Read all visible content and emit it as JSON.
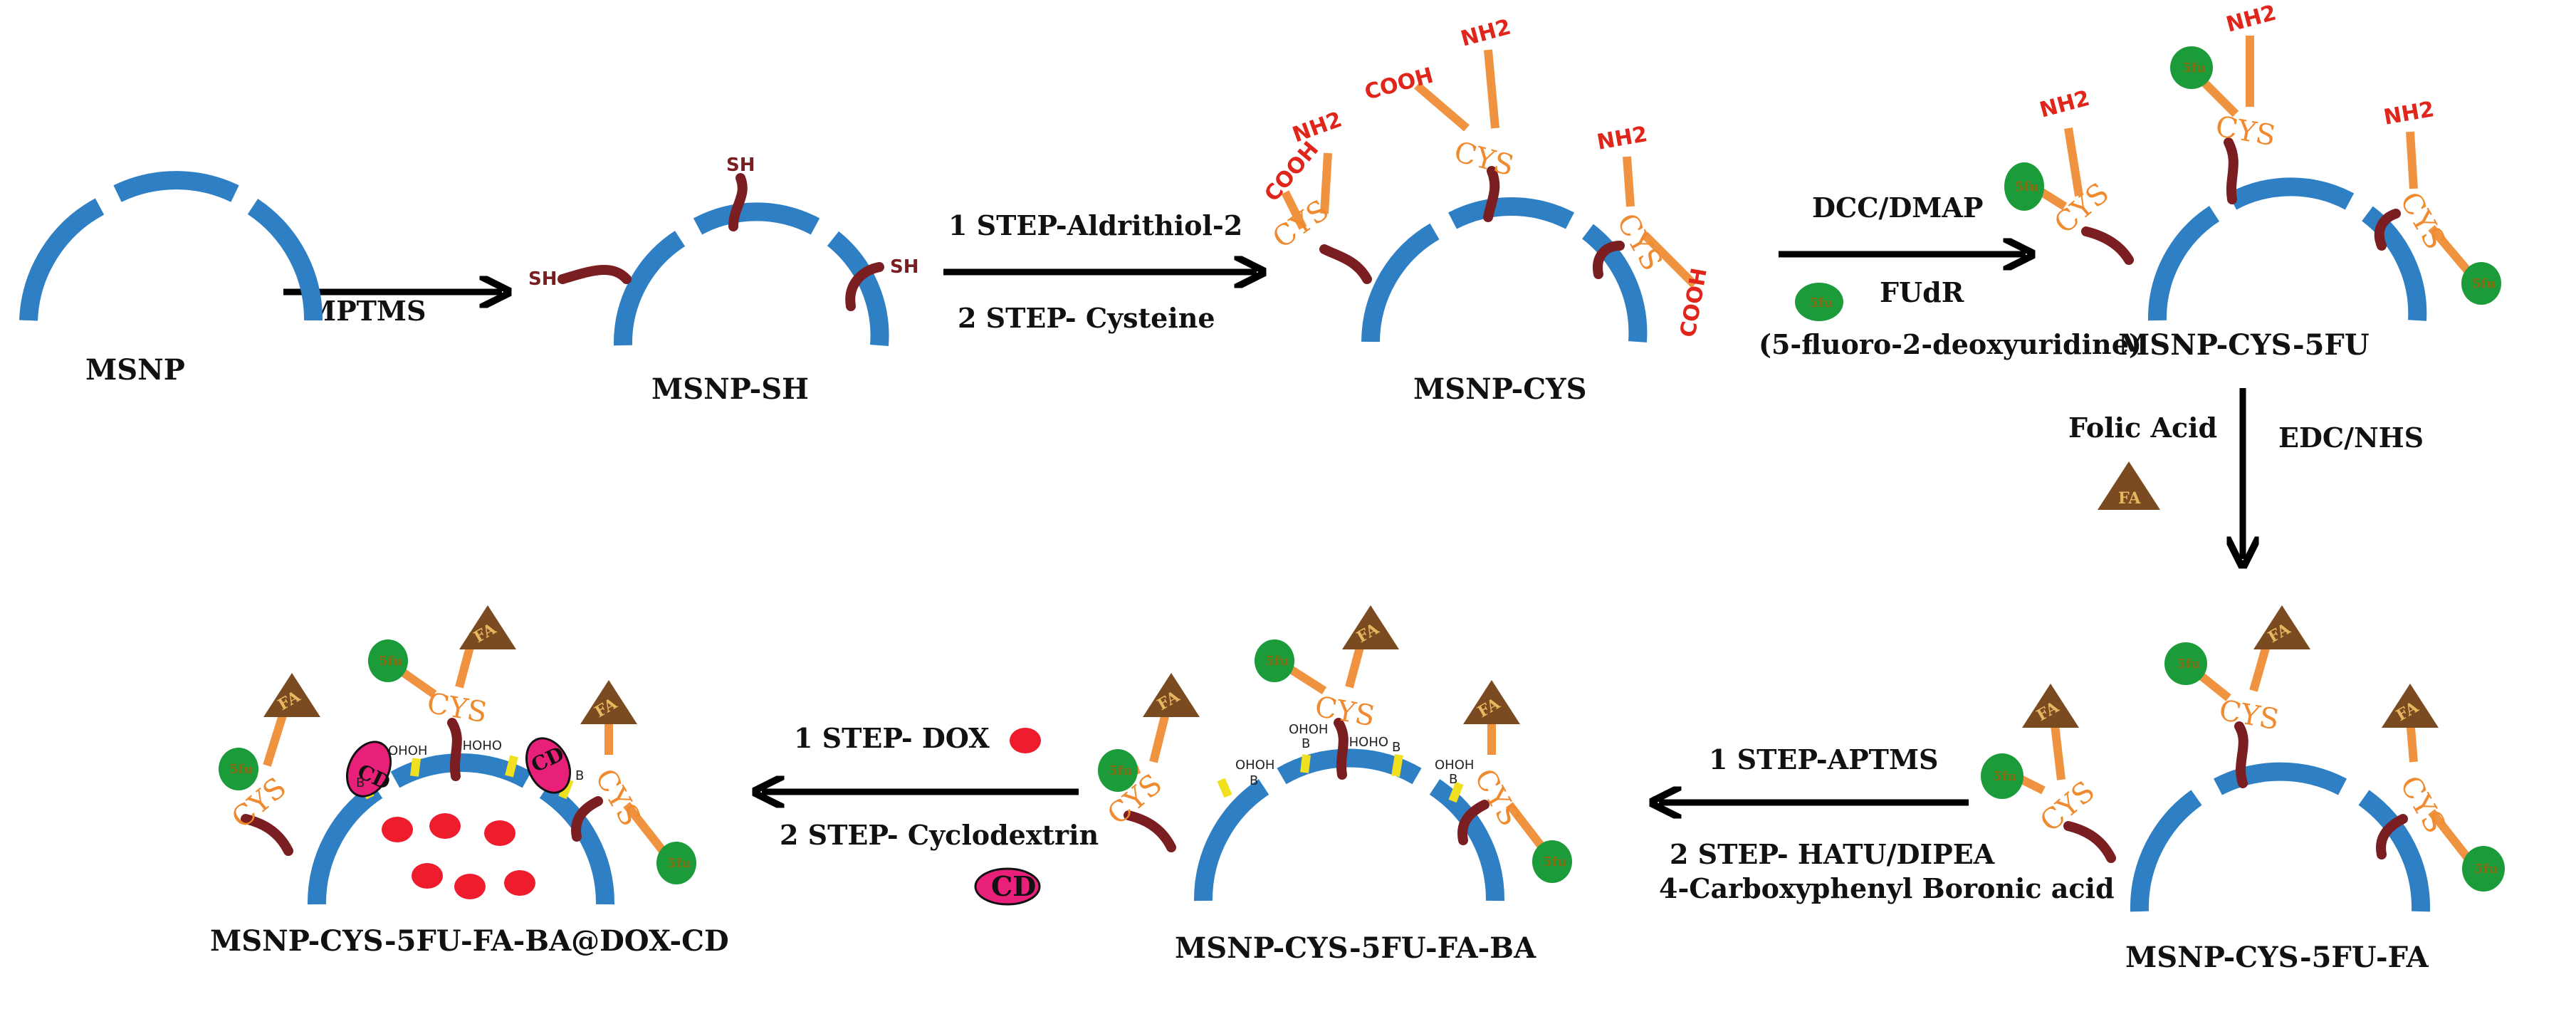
{
  "colors": {
    "shell": "#2f7fc4",
    "linker": "#7a1e22",
    "cys_arm": "#f09340",
    "amino_red": "#e0251b",
    "fu_green": "#1c9b3a",
    "fa_brown": "#7a4a20",
    "boron_yellow": "#f0e020",
    "cd_pink": "#e8207a",
    "dox_red": "#ee1c2c",
    "arrow": "#000000"
  },
  "captions": {
    "msnp": "MSNP",
    "msnp_sh": "MSNP-SH",
    "msnp_cys": "MSNP-CYS",
    "msnp_cys_5fu": "MSNP-CYS-5FU",
    "msnp_cys_5fu_fa": "MSNP-CYS-5FU-FA",
    "msnp_cys_5fu_fa_ba": "MSNP-CYS-5FU-FA-BA",
    "final": "MSNP-CYS-5FU-FA-BA@DOX-CD"
  },
  "steps": {
    "s1": {
      "label": "MPTMS"
    },
    "s2": {
      "line1": "1 STEP-Aldrithiol-2",
      "line2": "2 STEP- Cysteine"
    },
    "s3": {
      "top": "DCC/DMAP",
      "reagent": "FUdR",
      "full_name": "(5-fluoro-2-deoxyuridine)"
    },
    "s4": {
      "left": "Folic Acid",
      "right": "EDC/NHS"
    },
    "s5": {
      "line1": "1 STEP-APTMS",
      "line2": "2 STEP- HATU/DIPEA",
      "line3": "4-Carboxyphenyl Boronic acid"
    },
    "s6": {
      "line1": "1 STEP- DOX",
      "line2": "2 STEP- Cyclodextrin"
    }
  },
  "chem": {
    "sh": "SH",
    "cooh": "COOH",
    "nh2": "NH2",
    "cys": "CYS",
    "fu_badge": "5fu",
    "fa_badge": "FA",
    "cd_badge": "CD",
    "boronic": "OHOH",
    "boron": "B"
  }
}
